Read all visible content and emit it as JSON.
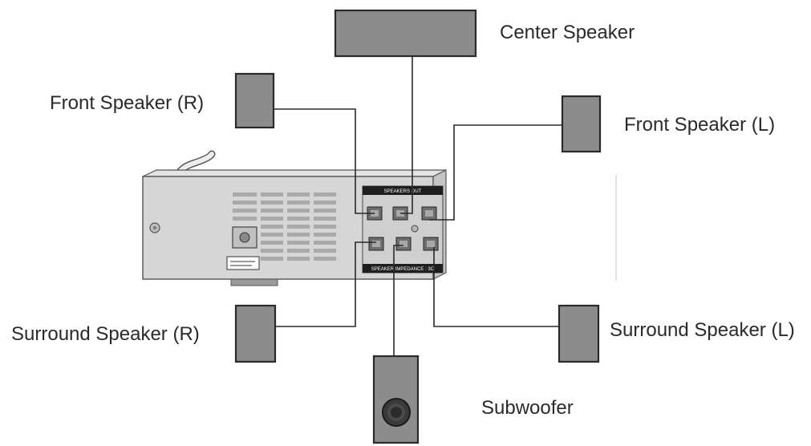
{
  "labels": {
    "center": "Center Speaker",
    "front_r": "Front Speaker (R)",
    "front_l": "Front Speaker (L)",
    "surround_r": "Surround Speaker (R)",
    "surround_l": "Surround Speaker (L)",
    "subwoofer": "Subwoofer"
  },
  "unit": {
    "speakers_out": "SPEAKERS OUT",
    "impedance": "SPEAKER IMPEDANCE : 3Ω"
  },
  "colors": {
    "speaker_fill": "#8c8c8c",
    "line": "#2a2a2a",
    "unit_body": "#d6d6d6"
  }
}
